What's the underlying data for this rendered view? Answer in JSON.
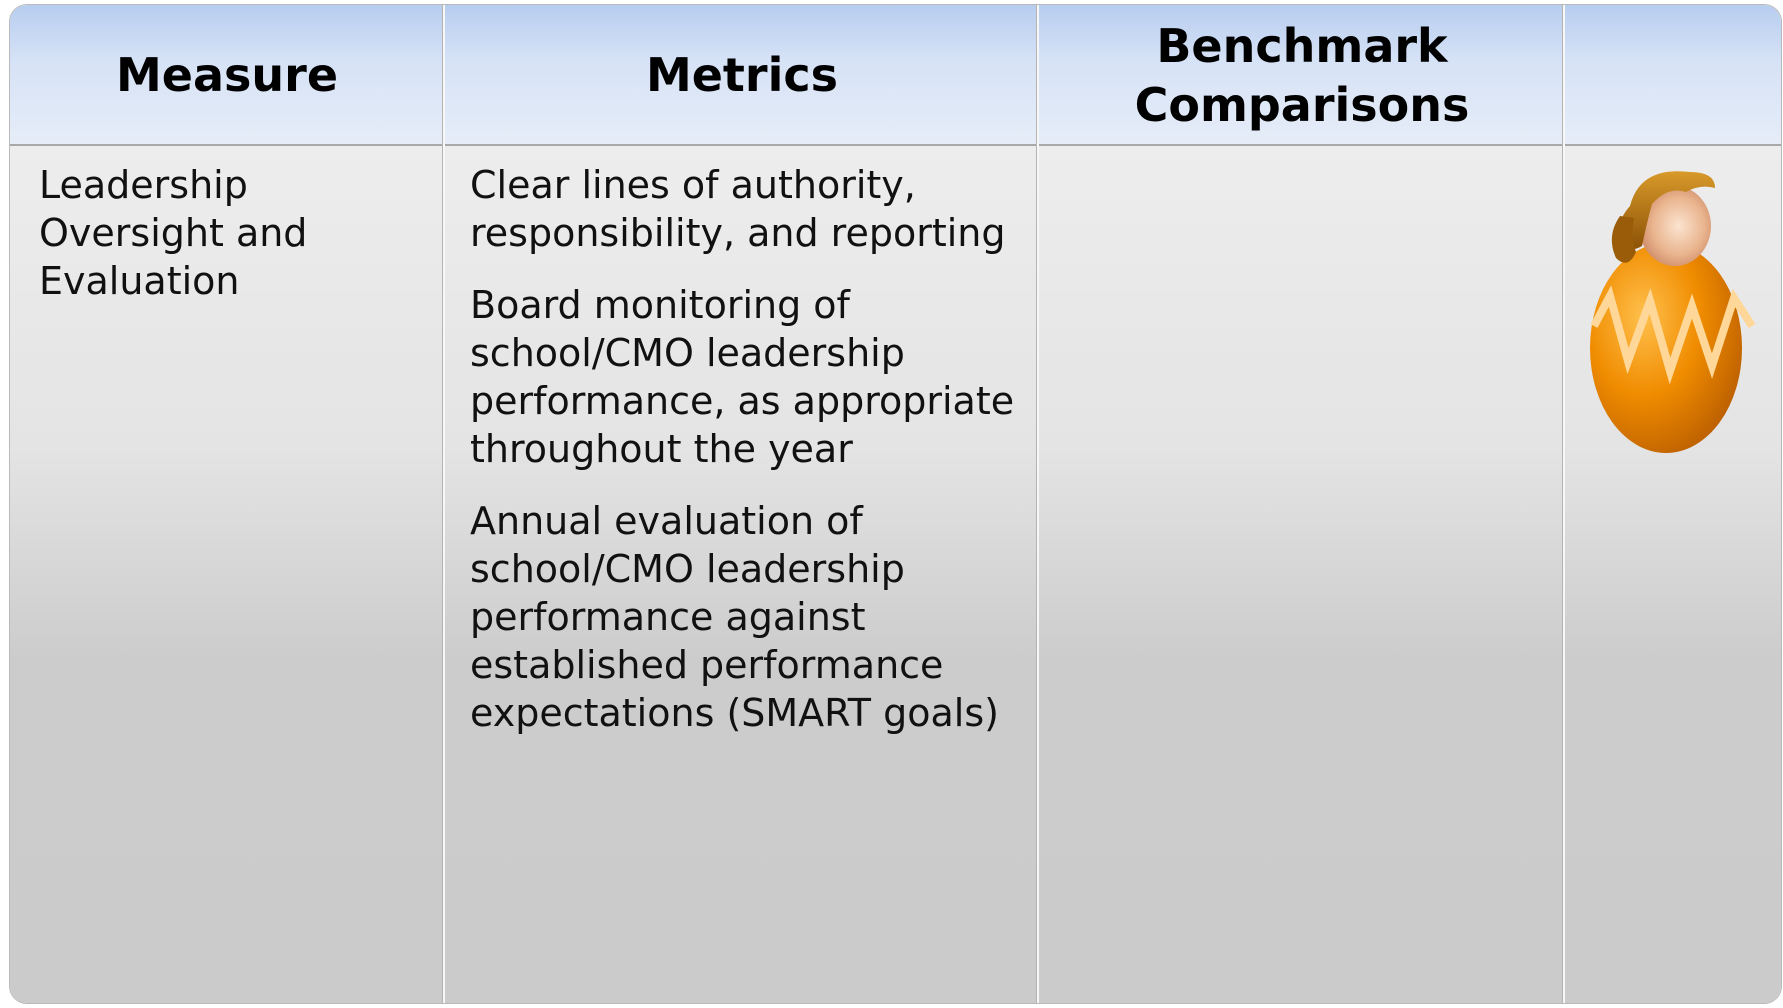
{
  "table": {
    "headers": {
      "measure": "Measure",
      "metrics": "Metrics",
      "benchmark": "Benchmark Comparisons",
      "extra": ""
    },
    "rows": [
      {
        "measure": "Leadership Oversight and Evaluation",
        "metrics": [
          "Clear lines of authority, responsibility, and reporting",
          "Board monitoring of school/CMO  leadership performance, as appropriate throughout the year",
          "Annual evaluation of school/CMO leadership performance against established performance expectations (SMART goals)"
        ],
        "benchmark": "",
        "icon": "person-avatar-icon"
      }
    ]
  },
  "colors": {
    "header_top": "#b7cdef",
    "header_bottom": "#e6edf8",
    "body_top": "#ededed",
    "body_bottom": "#cbcbcb",
    "avatar_body": "#f08c00",
    "avatar_hair": "#b06e08"
  }
}
